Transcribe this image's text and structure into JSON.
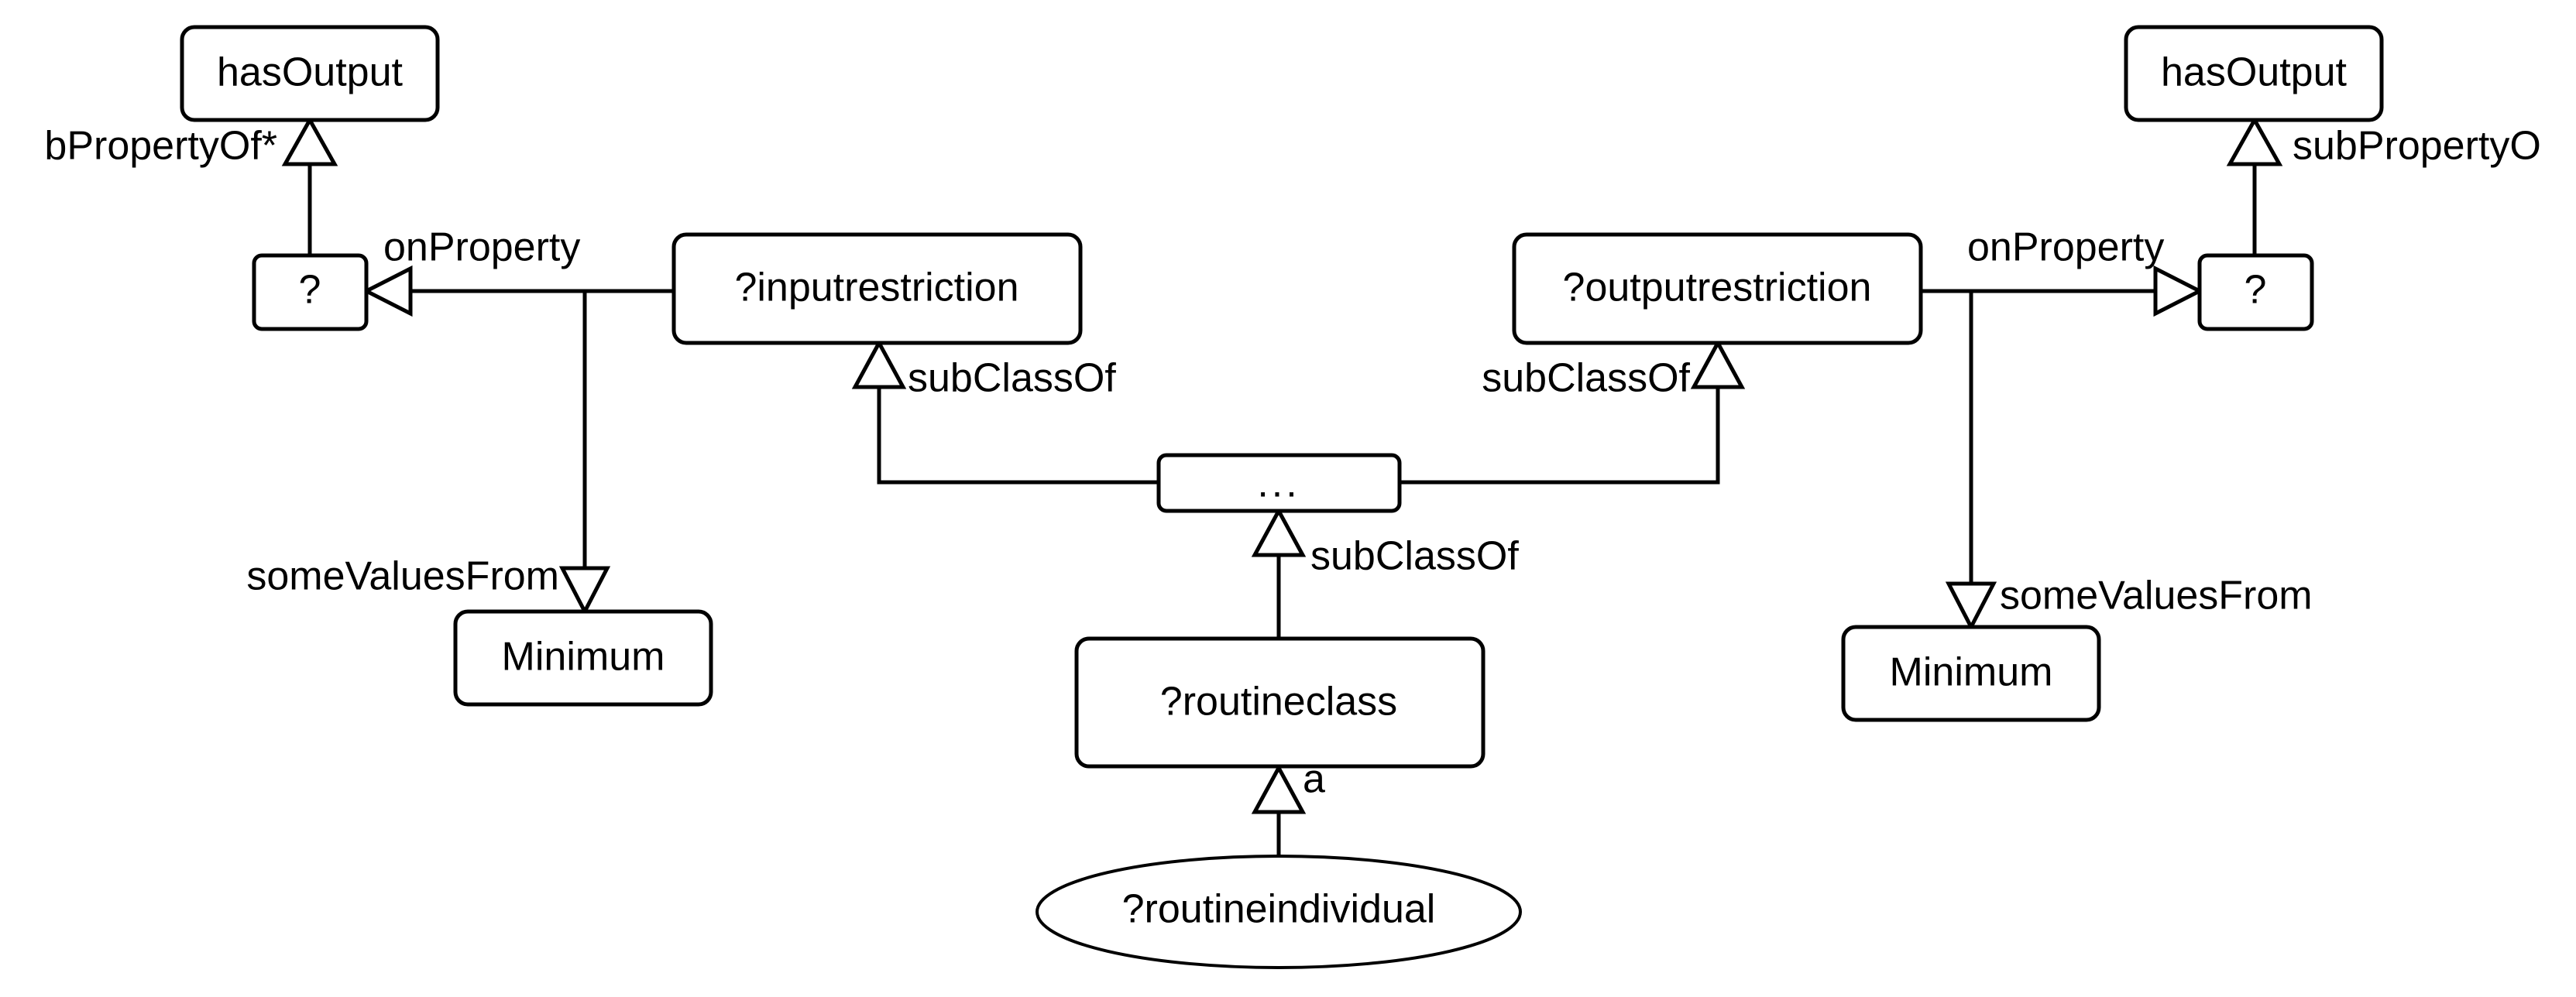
{
  "diagram": {
    "title": "OWL restriction pattern graph",
    "background_color": "#ffffff",
    "stroke_color": "#000000",
    "nodes": {
      "has_output_left": {
        "label": "hasOutput",
        "shape": "rounded-rect"
      },
      "anon_property_left": {
        "label": "?",
        "shape": "rounded-rect"
      },
      "input_restriction": {
        "label": "?inputrestriction",
        "shape": "rounded-rect"
      },
      "minimum_left": {
        "label": "Minimum",
        "shape": "rounded-rect"
      },
      "anonymous_class": {
        "label": "...",
        "shape": "rounded-rect"
      },
      "routine_class": {
        "label": "?routineclass",
        "shape": "rounded-rect"
      },
      "routine_individual": {
        "label": "?routineindividual",
        "shape": "ellipse"
      },
      "output_restriction": {
        "label": "?outputrestriction",
        "shape": "rounded-rect"
      },
      "has_output_right": {
        "label": "hasOutput",
        "shape": "rounded-rect"
      },
      "anon_property_right": {
        "label": "?",
        "shape": "rounded-rect"
      },
      "minimum_right": {
        "label": "Minimum",
        "shape": "rounded-rect"
      }
    },
    "edge_labels": {
      "sub_property_of_left": "bPropertyOf*",
      "on_property_left": "onProperty",
      "some_values_from_left": "someValuesFrom",
      "sub_class_of_input": "subClassOf",
      "sub_class_of_output": "subClassOf",
      "sub_class_of_routine": "subClassOf",
      "type_a": "a",
      "on_property_right": "onProperty",
      "sub_property_of_right": "subPropertyO",
      "some_values_from_right": "someValuesFrom"
    }
  }
}
